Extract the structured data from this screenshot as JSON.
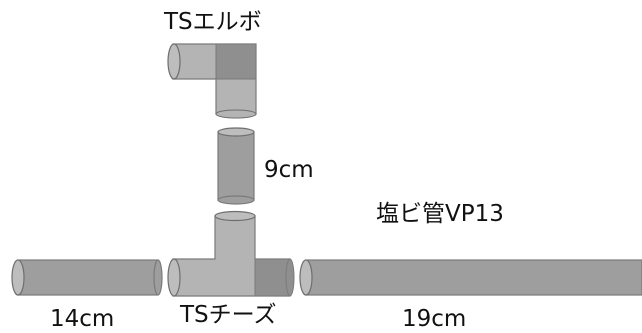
{
  "labels": {
    "elbow": "TSエルボ",
    "pipe_short": "9cm",
    "material": "塩ビ管VP13",
    "pipe_left": "14cm",
    "tee": "TSチーズ",
    "pipe_right": "19cm"
  },
  "colors": {
    "pipe_fill": "#9e9e9e",
    "pipe_stroke": "#7a7a7a",
    "pipe_end_fill": "#bdbdbd",
    "pipe_end_stroke": "#6e6e6e",
    "fitting_fill": "#b4b4b4",
    "fitting_shadow": "#8f8f8f",
    "text": "#111111"
  }
}
